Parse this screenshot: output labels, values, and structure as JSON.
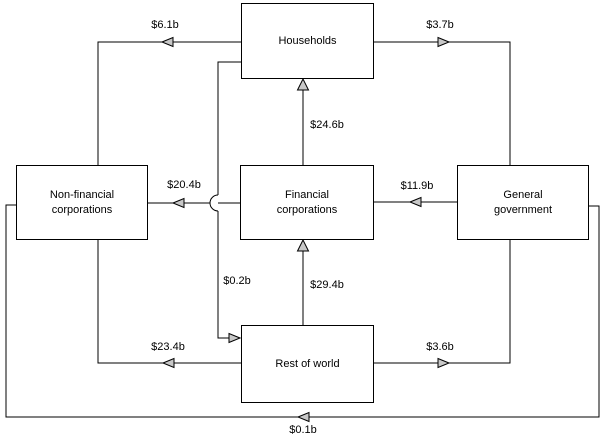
{
  "diagram": {
    "description": "Sector financial flow diagram",
    "colors": {
      "line": "#000000",
      "arrow_fill": "#c8c8c8",
      "background": "#ffffff",
      "text": "#000000"
    },
    "nodes": {
      "households": {
        "label": "Households"
      },
      "non_financial": {
        "label": "Non-financial\ncorporations"
      },
      "financial": {
        "label": "Financial\ncorporations"
      },
      "general_government": {
        "label": "General\ngovernment"
      },
      "rest_of_world": {
        "label": "Rest of world"
      }
    },
    "flows": {
      "households_to_non_financial": {
        "from": "Households",
        "to": "Non-financial corporations",
        "amount": "$6.1b"
      },
      "households_to_general_government": {
        "from": "Households",
        "to": "General government",
        "amount": "$3.7b"
      },
      "financial_to_households": {
        "from": "Financial corporations",
        "to": "Households",
        "amount": "$24.6b"
      },
      "financial_to_non_financial": {
        "from": "Financial corporations",
        "to": "Non-financial corporations",
        "amount": "$20.4b"
      },
      "general_government_to_financial": {
        "from": "General government",
        "to": "Financial corporations",
        "amount": "$11.9b"
      },
      "households_to_rest_of_world": {
        "from": "Households",
        "to": "Rest of world",
        "amount": "$0.2b"
      },
      "rest_of_world_to_financial": {
        "from": "Rest of world",
        "to": "Financial corporations",
        "amount": "$29.4b"
      },
      "rest_of_world_to_non_financial": {
        "from": "Rest of world",
        "to": "Non-financial corporations",
        "amount": "$23.4b"
      },
      "rest_of_world_to_general_government": {
        "from": "Rest of world",
        "to": "General government",
        "amount": "$3.6b"
      },
      "general_government_to_non_financial": {
        "from": "General government",
        "to": "Non-financial corporations",
        "amount": "$0.1b"
      }
    }
  }
}
